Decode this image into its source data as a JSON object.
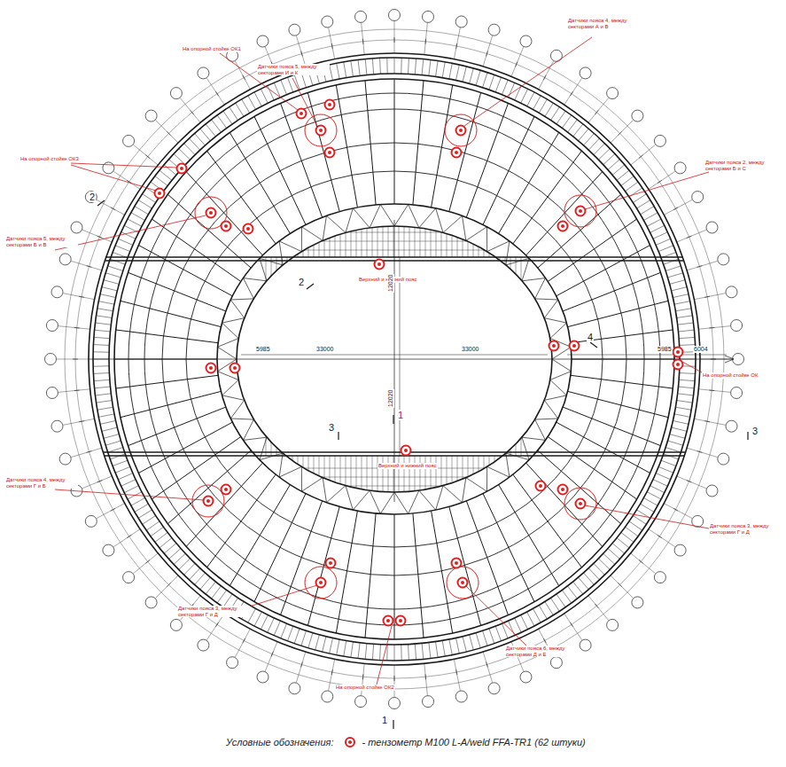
{
  "diagram": {
    "labels": [
      "На опорной стойке ОК1",
      "Датчики пояса 5, между секторами И и К",
      "Датчики пояса 4, между секторами А и В",
      "На опорной стойке ОК3",
      "Датчики пояса 5, между секторами Б и В",
      "Датчики пояса 2, между секторами Б и С",
      "Верхний и нижний пояс",
      "На опорной стойке ОК",
      "Верхний и нижний пояс",
      "Датчики пояса 4, между секторами Г и Б",
      "Датчики пояса 3, между секторами Г и Д",
      "Датчики пояса 3, между секторами Г и Д",
      "Датчики пояса 6, между секторами Д и Е",
      "На опорной стойке ОК2",
      "33000",
      "33000",
      "5985",
      "5985",
      "6004",
      "12020",
      "12020",
      "2",
      "2",
      "1",
      "1",
      "3",
      "3",
      "4",
      "Условные обозначения:"
    ],
    "legend": [
      {
        "text": "- тензометр M100 L-A/weld FFA-TR1 (62 штуки)"
      }
    ]
  }
}
